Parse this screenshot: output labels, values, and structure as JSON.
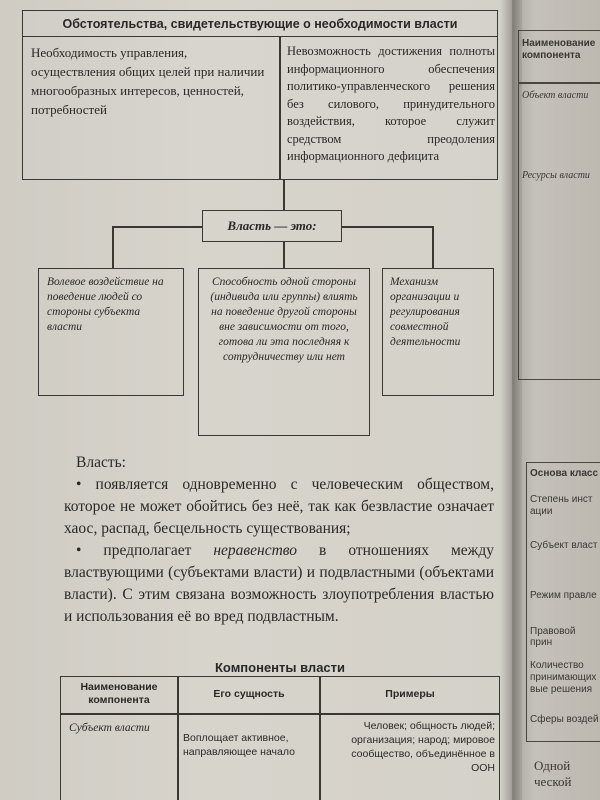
{
  "circumstances": {
    "title": "Обстоятельства, свидетельствующие о необходимости власти",
    "left": "Необходимость управления, осуществления общих целей при наличии многообразных интересов, ценностей, потребностей",
    "right": "Невозможность достижения полноты информационного обеспечения политико-управленческого решения без силового, принудительного воздействия, которое служит средством преодоления информационного дефицита"
  },
  "definition": {
    "title": "Власть — это:",
    "items": [
      "Волевое воздействие на поведение людей со стороны субъекта власти",
      "Способность одной стороны (индивида или группы) влиять на поведение другой стороны вне зависимости от того, готова ли эта последняя к сотрудничеству или нет",
      "Механизм организации и регулирования совместной деятельности"
    ]
  },
  "text": {
    "heading": "Власть:",
    "bullet1": "• появляется одновременно с человеческим обществом, которое не может обойтись без неё, так как безвластие означает хаос, распад, бесцельность существования;",
    "bullet2_pre": "• предполагает ",
    "bullet2_em": "неравенство",
    "bullet2_post": " в отношениях между властвующими (субъектами власти) и подвластными (объектами власти). С этим связана возможность злоупотребления властью и использования её во вред подвластным."
  },
  "table": {
    "title": "Компоненты власти",
    "headers": [
      "Наименование компонента",
      "Его сущность",
      "Примеры"
    ],
    "row": [
      "Субъект власти",
      "Воплощает активное, направляющее начало",
      "Человек; общность людей; организация; народ; мировое сообщество, объединённое в ООН"
    ]
  },
  "right_page": {
    "table1_header": "Наименование компонента",
    "item1": "Объект власти",
    "item2": "Ресурсы власти",
    "table2_header": "Основа класс",
    "row1": "Степень инст ации",
    "row2": "Субъект власт",
    "row3": "Режим правле",
    "row4": "Правовой прин",
    "row5": "Количество принимающих вые решения",
    "row6": "Сферы воздей",
    "bottom": "Одной ческой"
  }
}
